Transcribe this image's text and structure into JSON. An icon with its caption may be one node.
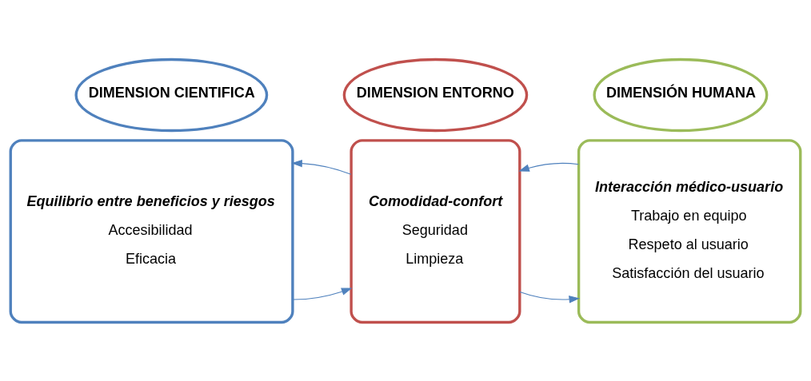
{
  "diagram": {
    "nodes": [
      {
        "text": [
          "DIMENSION CIENTIFICA"
        ]
      },
      {
        "text": [
          "DIMENSION ENTORNO"
        ]
      },
      {
        "text": [
          "DIMENSIÓN HUMANA"
        ]
      },
      {
        "text": [
          "Equilibrio entre beneficios y riesgos",
          "Accesibilidad",
          "Eficacia"
        ]
      },
      {
        "text": [
          "Comodidad-confort",
          "Seguridad",
          "Limpieza"
        ]
      },
      {
        "text": [
          "Interacción médico-usuario",
          "Trabajo en equipo",
          "Respeto al usuario",
          "Satisfacción del usuario"
        ]
      }
    ],
    "edges": [
      {
        "from": 3,
        "to": 4,
        "arrow": "to"
      },
      {
        "from": 4,
        "to": 5,
        "arrow": "to"
      },
      {
        "from": 5,
        "to": 4,
        "arrow": "to"
      },
      {
        "from": 4,
        "to": 3,
        "arrow": "to"
      }
    ]
  }
}
